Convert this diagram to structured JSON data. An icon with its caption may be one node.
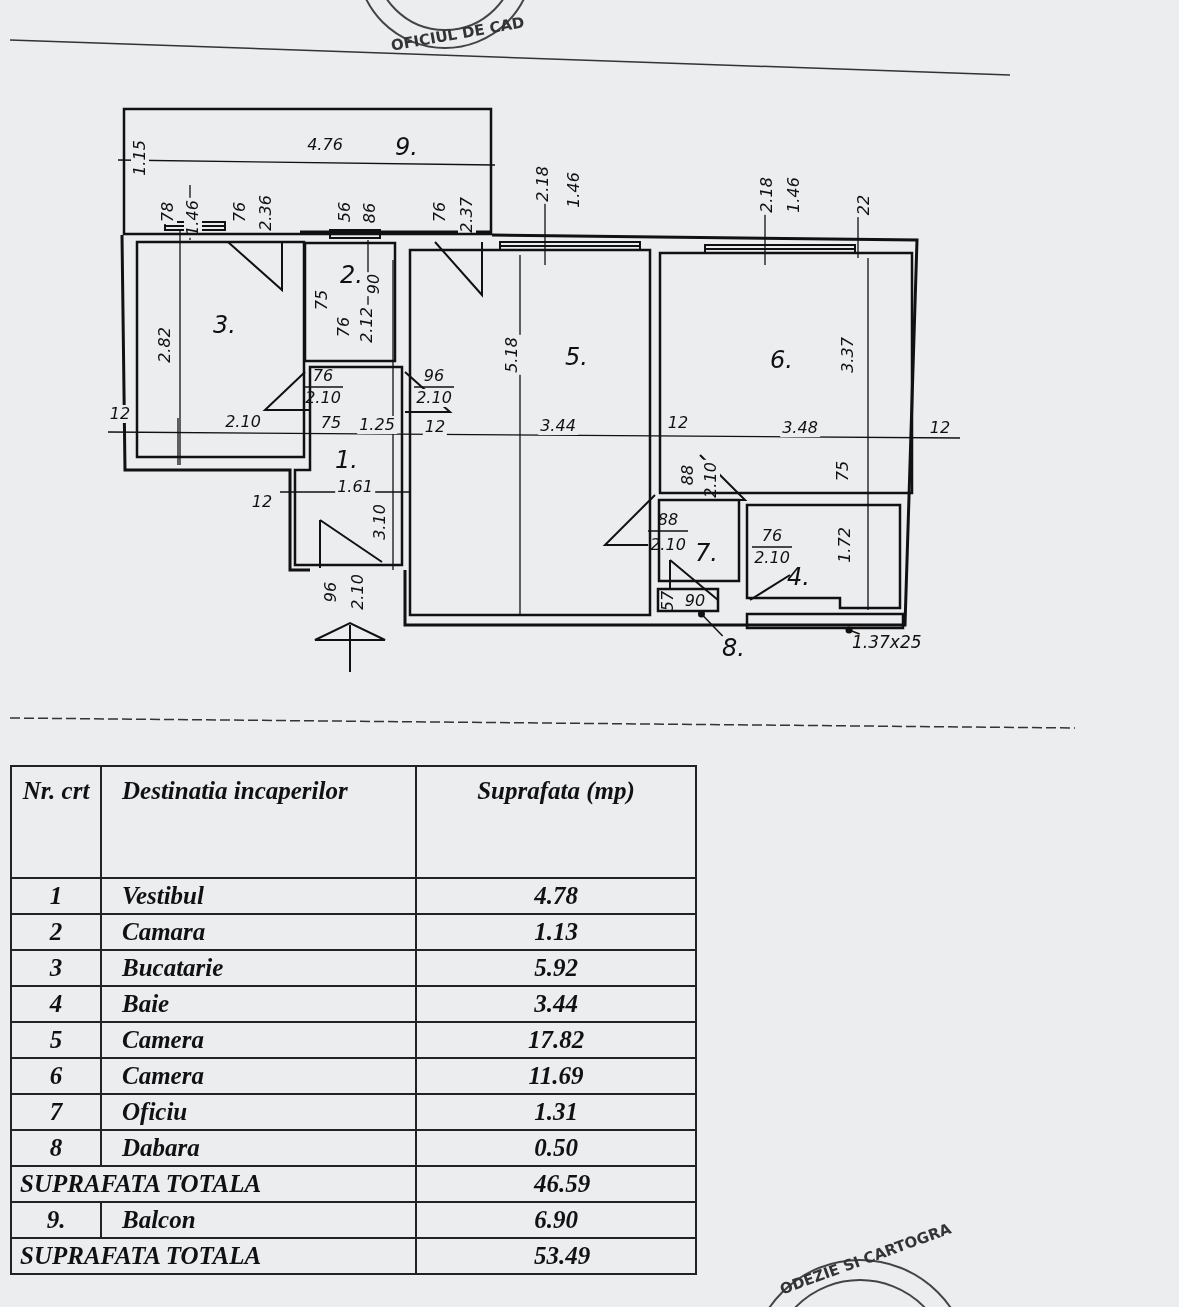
{
  "diagram": {
    "nodes": [
      {
        "text": [
          "1."
        ]
      },
      {
        "text": [
          "2."
        ]
      },
      {
        "text": [
          "3."
        ]
      },
      {
        "text": [
          "4."
        ]
      },
      {
        "text": [
          "5."
        ]
      },
      {
        "text": [
          "6."
        ]
      },
      {
        "text": [
          "7."
        ]
      },
      {
        "text": [
          "8."
        ]
      },
      {
        "text": [],
        "shape": "box"
      },
      {
        "text": [
          "9."
        ]
      },
      {
        "text": [
          "1.37x25"
        ]
      },
      {
        "text": [],
        "shape": "box"
      }
    ],
    "edges": [
      {
        "from": 7,
        "to": 8,
        "arrow": "other"
      },
      {
        "from": 10,
        "to": 11,
        "arrow": "other"
      }
    ],
    "labels": [
      "4.76",
      "1.15",
      "78",
      "1.46",
      "76",
      "2.36",
      "56",
      "86",
      "76",
      "2.37",
      "2.18",
      "1.46",
      "2.18",
      "1.46",
      "22",
      "75",
      "90",
      "76",
      "2.12",
      "2.82",
      "5.18",
      "3.37",
      "76",
      "2.10",
      "96",
      "2.10",
      "12",
      "2.10",
      "75",
      "1.25",
      "12",
      "3.44",
      "12",
      "3.48",
      "12",
      "88",
      "2.10",
      "75",
      "1.61",
      "12",
      "3.10",
      "88",
      "2.10",
      "76",
      "2.10",
      "1.72",
      "96",
      "2.10",
      "57",
      "90",
      "Nr. crt",
      "Destinatia incaperilor",
      "Suprafata (mp)",
      "1",
      "Vestibul",
      "4.78",
      "2",
      "Camara",
      "1.13",
      "3",
      "Bucatarie",
      "5.92",
      "4",
      "Baie",
      "3.44",
      "5",
      "Camera",
      "17.82",
      "6",
      "Camera",
      "11.69",
      "7",
      "Oficiu",
      "1.31",
      "8",
      "Dabara",
      "0.50",
      "SUPRAFATA TOTALA",
      "46.59",
      "9.",
      "Balcon",
      "6.90",
      "SUPRAFATA TOTALA",
      "53.49",
      "OFICIUL DE CAD",
      "ODEZIE SI CARTOGRA"
    ]
  }
}
